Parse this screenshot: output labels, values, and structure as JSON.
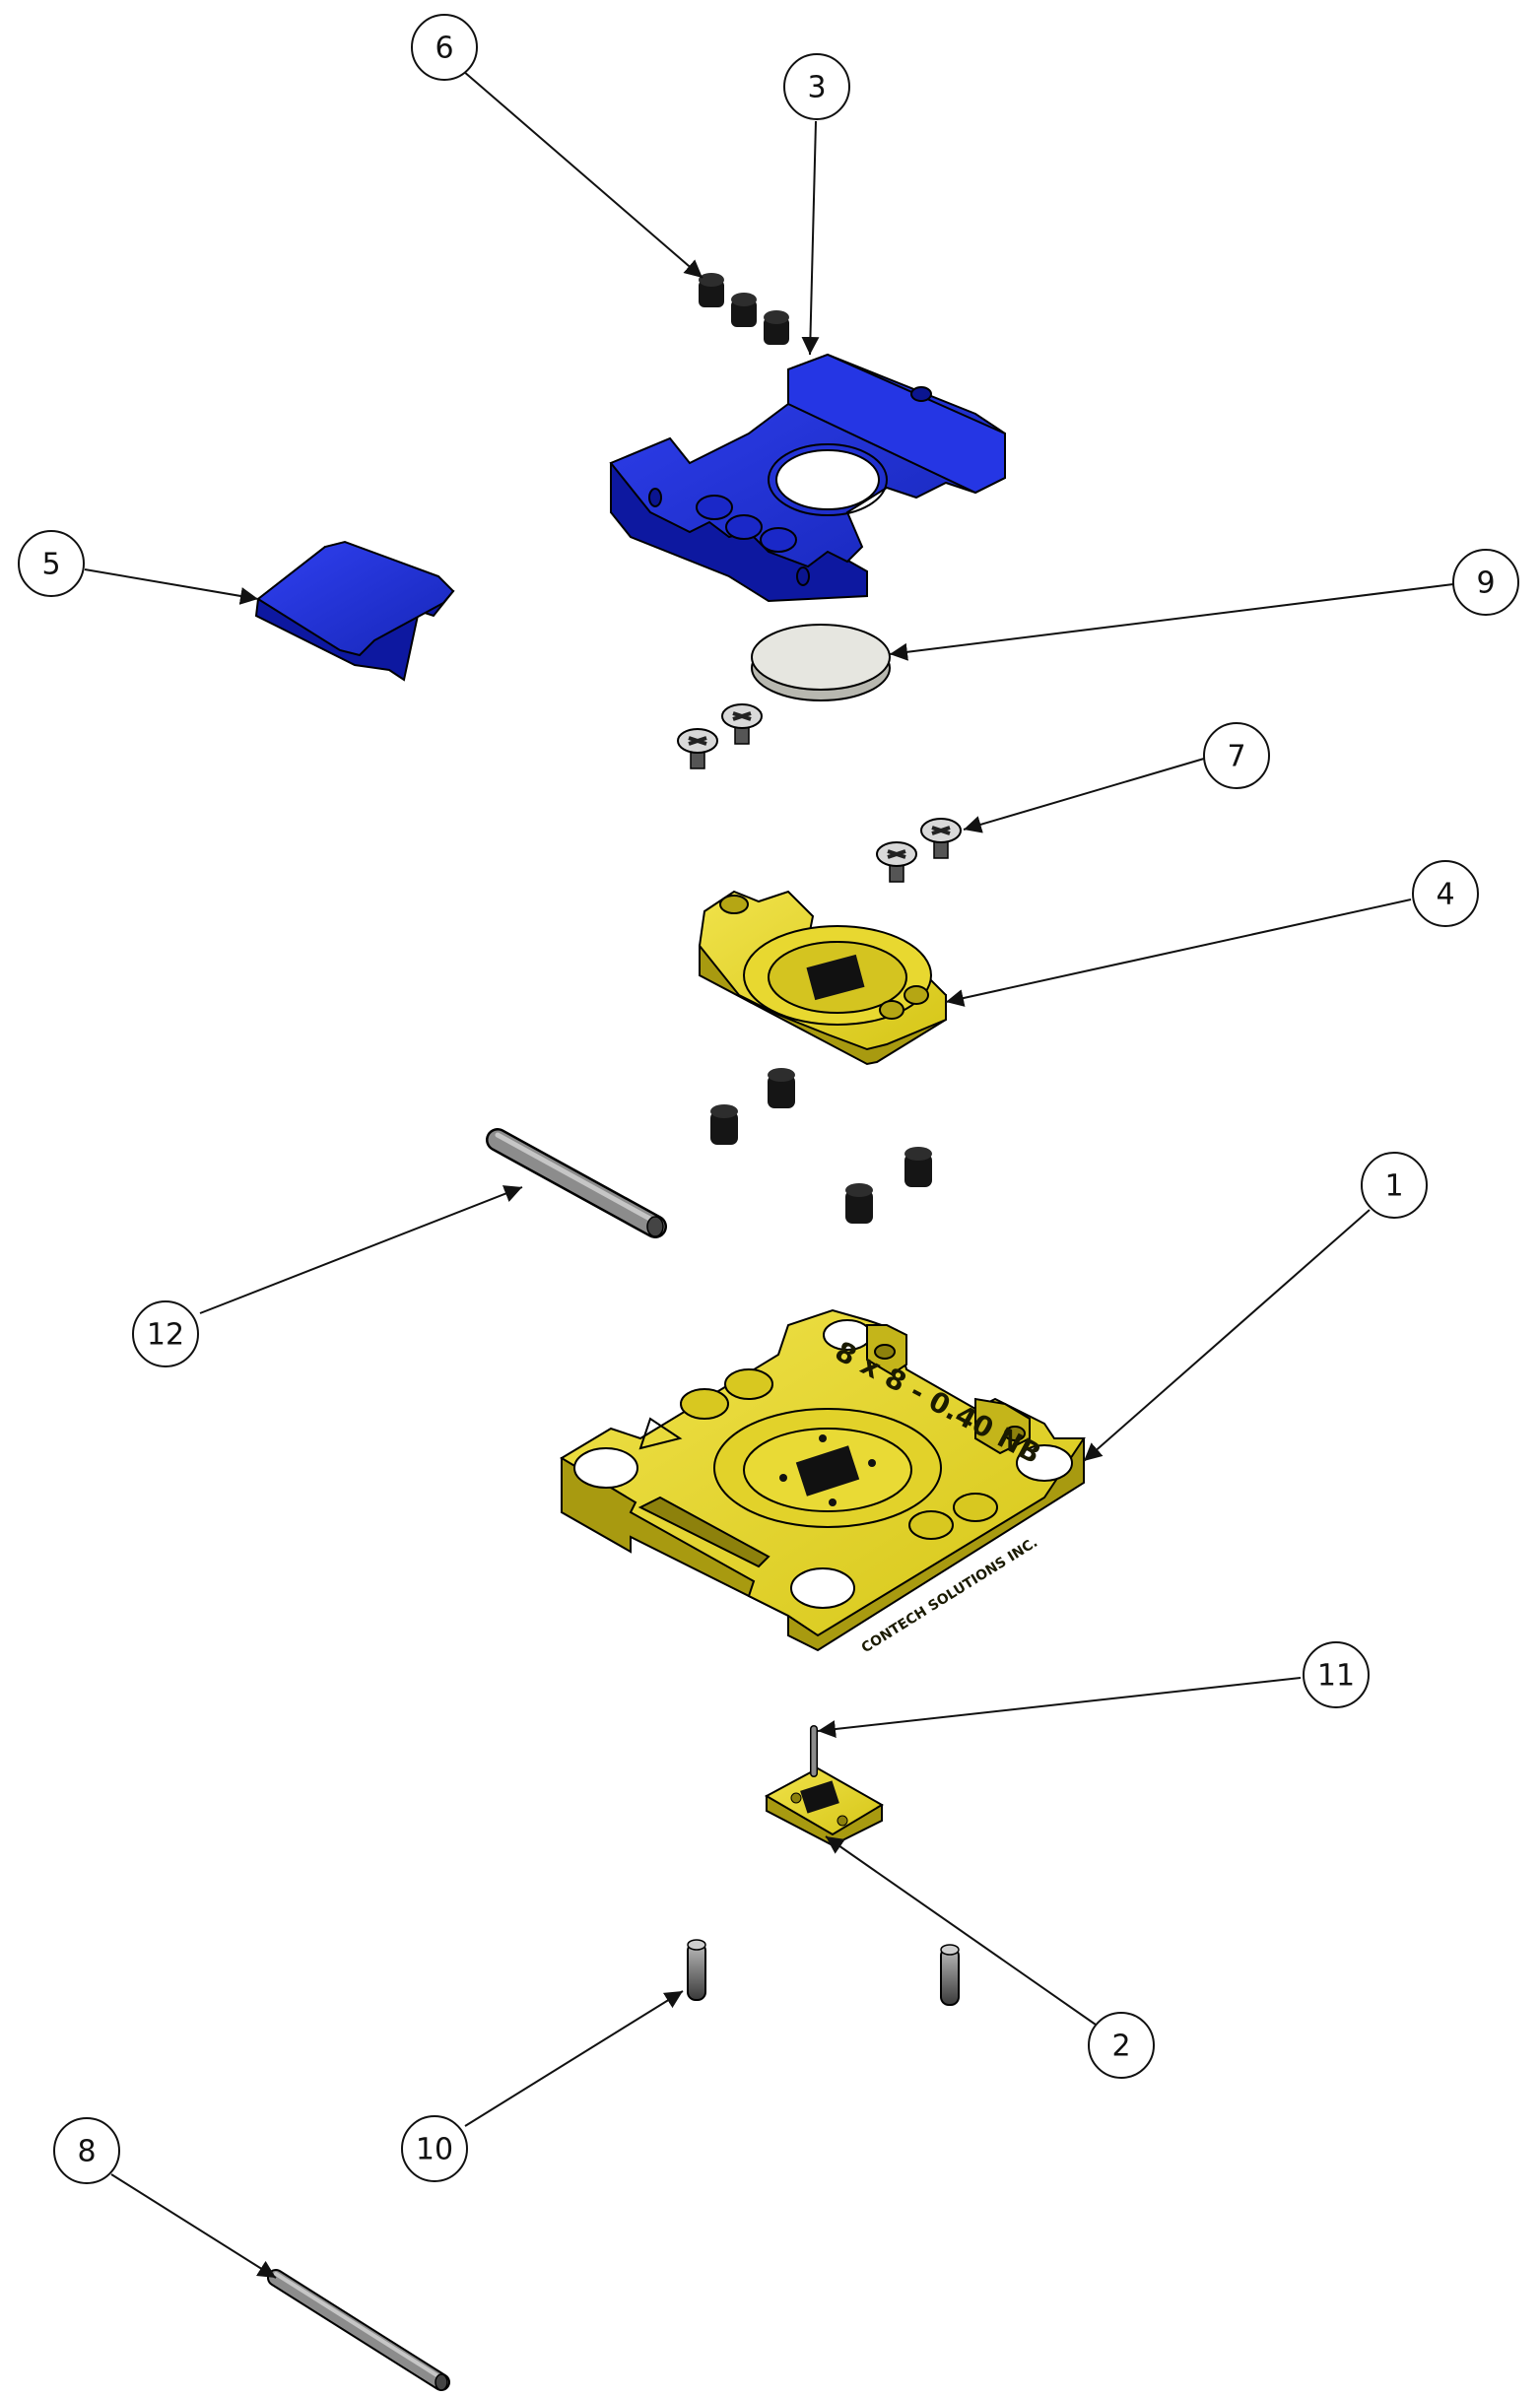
{
  "balloons": [
    {
      "id": "balloon-6",
      "label": "6"
    },
    {
      "id": "balloon-3",
      "label": "3"
    },
    {
      "id": "balloon-5",
      "label": "5"
    },
    {
      "id": "balloon-9",
      "label": "9"
    },
    {
      "id": "balloon-7",
      "label": "7"
    },
    {
      "id": "balloon-4",
      "label": "4"
    },
    {
      "id": "balloon-1",
      "label": "1"
    },
    {
      "id": "balloon-12",
      "label": "12"
    },
    {
      "id": "balloon-11",
      "label": "11"
    },
    {
      "id": "balloon-2",
      "label": "2"
    },
    {
      "id": "balloon-10",
      "label": "10"
    },
    {
      "id": "balloon-8",
      "label": "8"
    }
  ],
  "engraving": {
    "size_marking": "8 x 8 - 0.40 NB",
    "maker_marking": "CONTECH SOLUTIONS INC."
  },
  "colors": {
    "blue_part": "#1f2ed6",
    "yellow_part": "#e0d21a",
    "gray_part": "#8c8c8c",
    "black_part": "#151515",
    "disc": "#e6e6e0"
  }
}
